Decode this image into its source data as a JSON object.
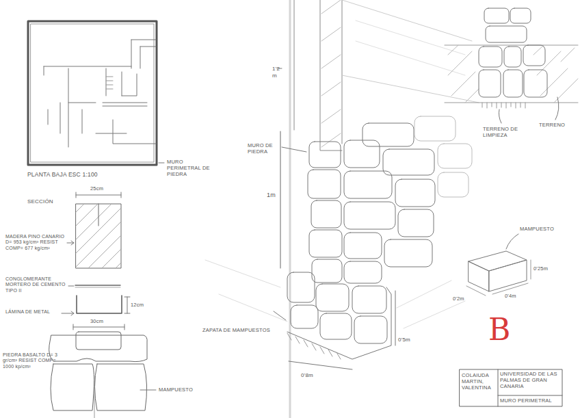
{
  "diagram": {
    "labels": [
      "PLANTA BAJA ESC 1:100",
      "MURO PERIMETRAL DE PIEDRA",
      "SECCIÓN",
      "25cm",
      "MADERA PINO CANARIO D= 953 kg/cm³ RESIST COMP= 677 kg/cm²",
      "CONGLOMERANTE MORTERO DE CEMENTO TIPO II",
      "12cm",
      "LÁMINA DE METAL",
      "30cm",
      "PIEDRA BASALTO D= 3 gr/cm³ RESIST COMP= 1000 kp/cm²",
      "MAMPUESTO",
      "1'2 m",
      "MURO DE PIEDRA",
      "1m",
      "ZAPATA DE MAMPUESTOS",
      "0'5m",
      "0'8m",
      "TERRENO DE LIMPIEZA",
      "TERRENO",
      "MAMPUESTO",
      "0'25m",
      "0'2m",
      "0'4m",
      "B",
      "COLAIUDA MARTIN, VALENTINA",
      "UNIVERSIDAD DE LAS PALMAS DE GRAN CANARIA",
      "MURO PERIMETRAL"
    ]
  }
}
